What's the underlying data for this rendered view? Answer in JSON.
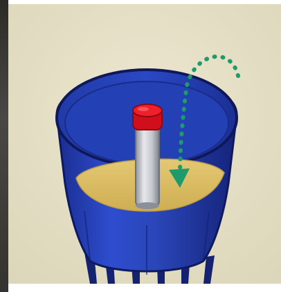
{
  "scene": {
    "subject": "rain-gauge-cutaway",
    "colors": {
      "background": "#e8e2c8",
      "container_blue": "#2a46b8",
      "container_dark": "#14247a",
      "liquid": "#d9bc63",
      "tube": "#c9ccd2",
      "cap": "#e0121e",
      "arrow": "#1f9a6a"
    },
    "elements": [
      "blue-container",
      "yellow-liquid",
      "grey-tube",
      "red-cap",
      "green-dotted-arrow"
    ]
  }
}
